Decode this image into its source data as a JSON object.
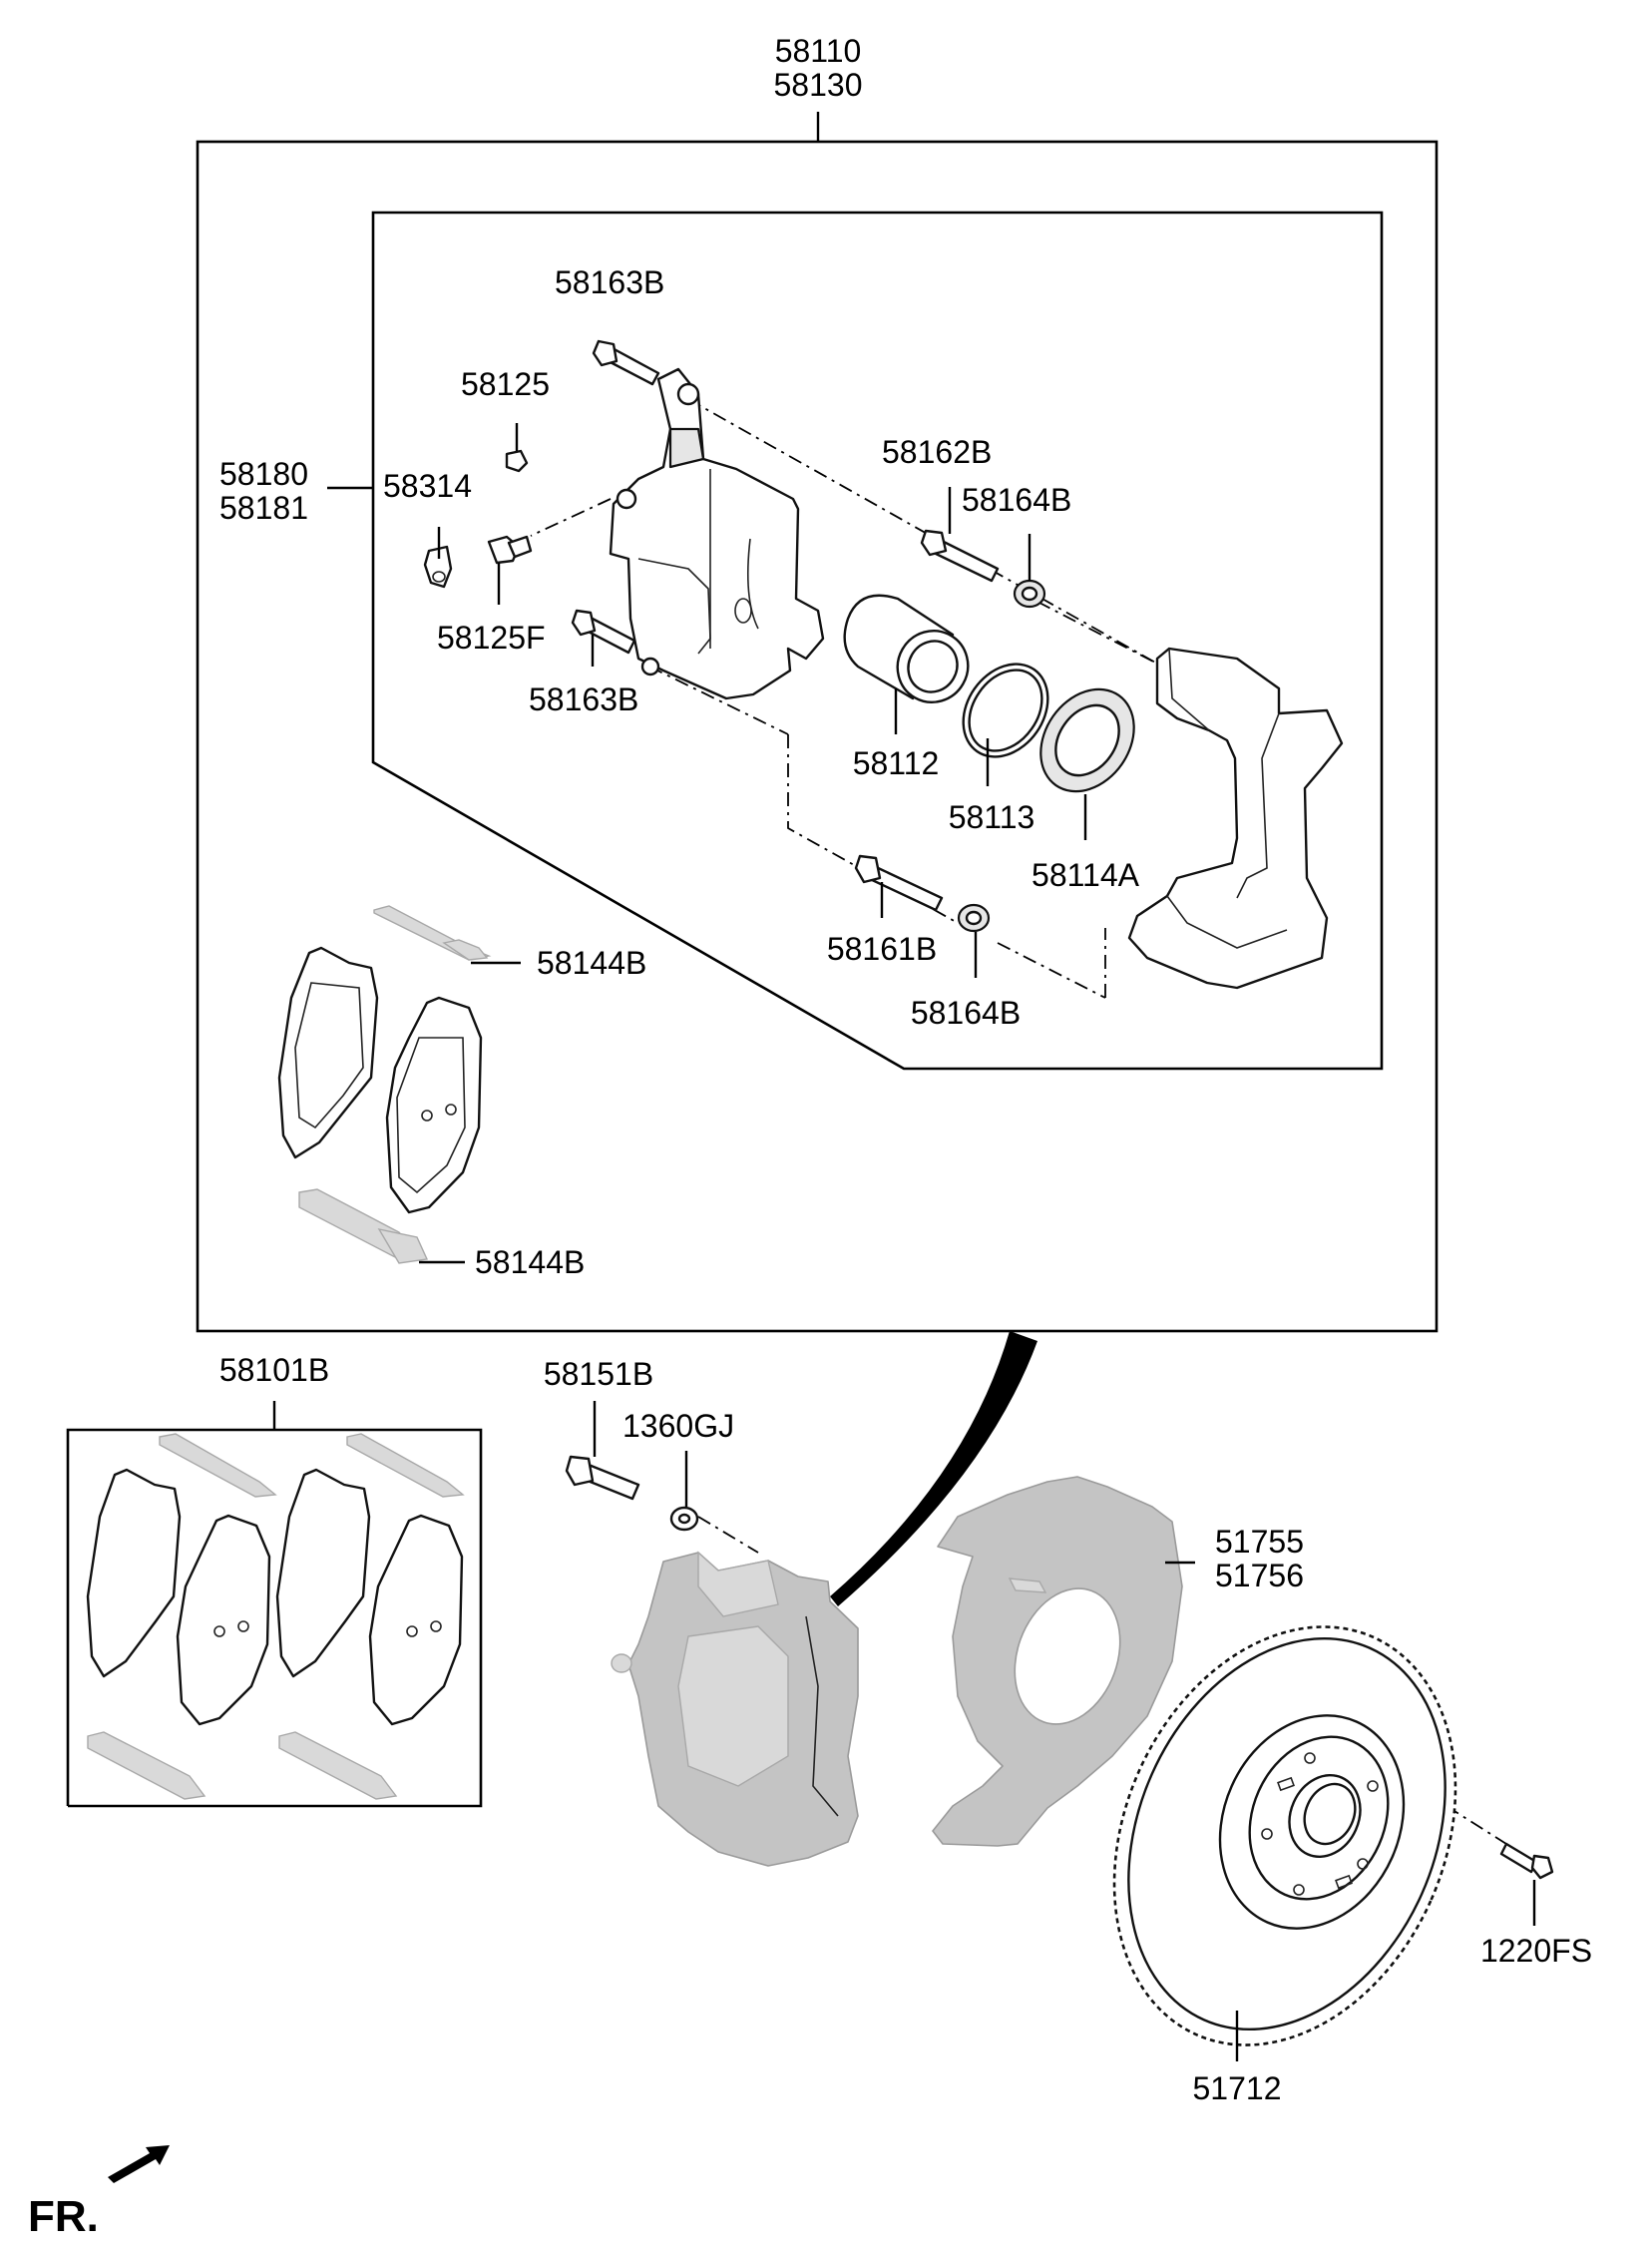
{
  "labels": {
    "assembly": "58110",
    "assembly_alt": "58130",
    "caliper_body": "58180",
    "caliper_body_alt": "58181",
    "bolt_top": "58163B",
    "bleeder_cap": "58125",
    "air_bleeder_cap": "58314",
    "bleeder_screw": "58125F",
    "bolt_lower": "58163B",
    "guide_pin_upper": "58162B",
    "boot_upper": "58164B",
    "piston": "58112",
    "piston_seal": "58113",
    "piston_boot": "58114A",
    "guide_pin_lower": "58161B",
    "boot_lower": "58164B",
    "shim_upper": "58144B",
    "shim_lower": "58144B",
    "pad_kit": "58101B",
    "mount_bolt": "58151B",
    "washer": "1360GJ",
    "dust_cover": "51755",
    "dust_cover_alt": "51756",
    "disc": "51712",
    "disc_screw": "1220FS",
    "front_indicator": "FR."
  }
}
